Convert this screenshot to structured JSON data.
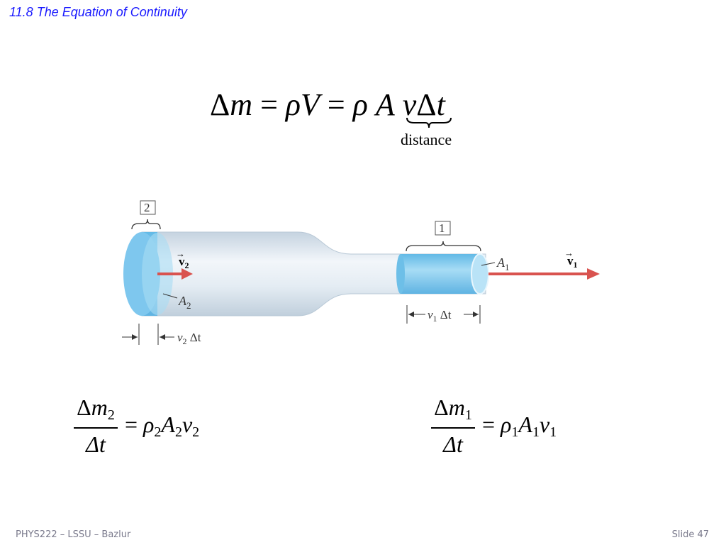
{
  "slide": {
    "title": "11.8 The Equation of Continuity",
    "footer_left": "PHYS222 – LSSU – Bazlur",
    "footer_right": "Slide 47"
  },
  "equation": {
    "delta_m": "Δ",
    "m": "m",
    "eq": " = ",
    "rho": "ρ",
    "V": "V",
    "A": "A",
    "v": "v",
    "delta_t": "Δ",
    "t": "t",
    "underbrace_label": "distance"
  },
  "diagram": {
    "label_box_2": "2",
    "label_box_1": "1",
    "v2_label": "v",
    "v2_sub": "2",
    "v1_label": "v",
    "v1_sub": "1",
    "A2_label": "A",
    "A2_sub": "2",
    "A1_label": "A",
    "A1_sub": "1",
    "v2dt_label_v": "v",
    "v2dt_sub": "2",
    "v2dt_dt": " Δt",
    "v1dt_label_v": "v",
    "v1dt_sub": "1",
    "v1dt_dt": " Δt",
    "colors": {
      "pipe_light": "#dde7ef",
      "pipe_shade": "#c2d1de",
      "fluid_blue": "#7cc8ee",
      "fluid_face": "#b5e1f6",
      "arrow_red": "#d9534f"
    }
  },
  "eq_left": {
    "num_delta": "Δ",
    "num_var": "m",
    "num_sub": "2",
    "den": "Δt",
    "eq": "= ",
    "rho": "ρ",
    "rho_sub": "2",
    "A": "A",
    "A_sub": "2",
    "v": "v",
    "v_sub": "2"
  },
  "eq_right": {
    "num_delta": "Δ",
    "num_var": "m",
    "num_sub": "1",
    "den": "Δt",
    "eq": "= ",
    "rho": "ρ",
    "rho_sub": "1",
    "A": "A",
    "A_sub": "1",
    "v": "v",
    "v_sub": "1"
  }
}
